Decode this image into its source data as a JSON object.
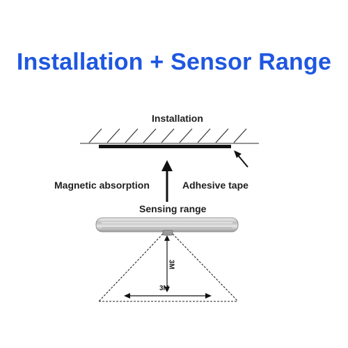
{
  "title": "Installation + Sensor Range",
  "labels": {
    "installation": "Installation",
    "magnetic_absorption": "Magnetic absorption",
    "adhesive_tape": "Adhesive tape",
    "sensing_range": "Sensing range",
    "vertical_distance": "3M",
    "horizontal_distance": "3M"
  },
  "colors": {
    "title": "#1f57e0",
    "text": "#1e1e1e",
    "line": "#222222",
    "light_body": "#d8d8d8"
  },
  "icons": {
    "ceiling": "ceiling-hatch-icon",
    "up_arrow": "up-arrow-icon",
    "pointer_arrow": "pointer-arrow-icon",
    "light": "led-light-bar-icon",
    "sensor": "motion-sensor-icon"
  }
}
